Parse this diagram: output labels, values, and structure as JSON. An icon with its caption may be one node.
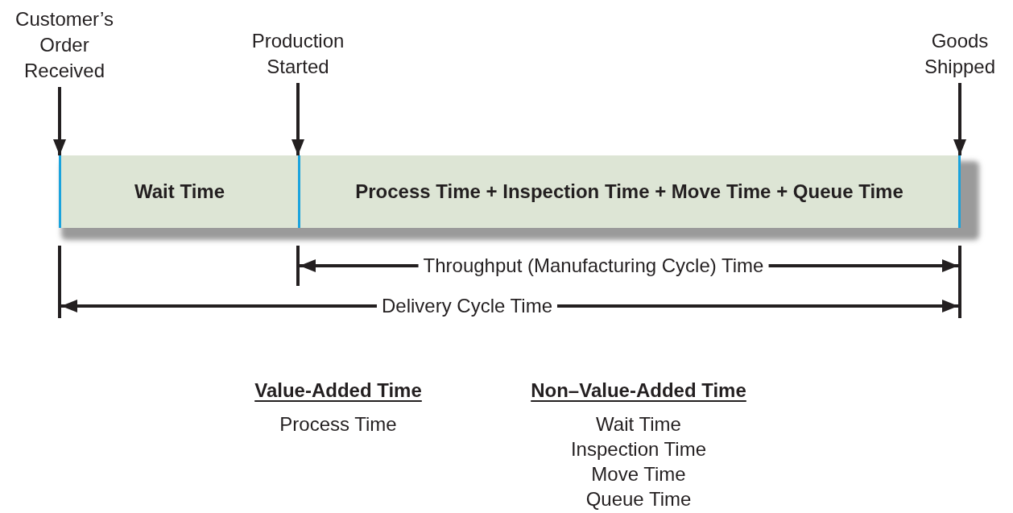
{
  "diagram": {
    "nodes": [
      {
        "text": [
          "Customer’s Order Received"
        ]
      },
      {
        "text": [
          "Production Started"
        ]
      },
      {
        "text": [
          "Goods Shipped"
        ]
      },
      {
        "text": [
          "Wait Time"
        ]
      },
      {
        "text": [
          "Process Time + Inspection Time + Move Time + Queue Time"
        ]
      }
    ],
    "edges": [
      {
        "from": 0,
        "to": 3,
        "arrow": "to"
      },
      {
        "from": 1,
        "to": 4,
        "arrow": "to"
      },
      {
        "from": 2,
        "to": 4,
        "arrow": "to"
      }
    ],
    "labels": [
      "Throughput (Manufacturing Cycle) Time",
      "Delivery Cycle Time",
      "Value-Added Time",
      "Process Time",
      "Non–Value-Added Time",
      "Wait Time",
      "Inspection Time",
      "Move Time",
      "Queue Time"
    ]
  }
}
